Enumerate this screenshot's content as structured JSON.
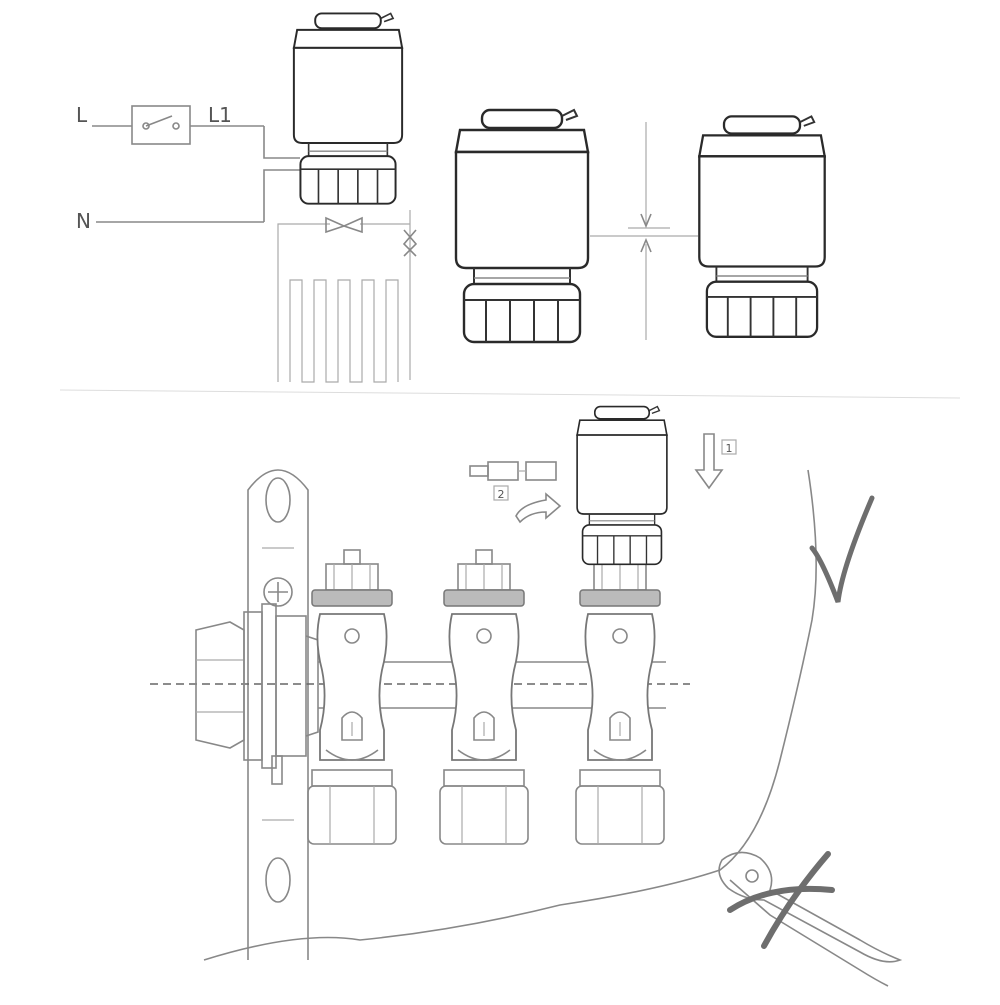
{
  "wiring": {
    "label_live": "L",
    "label_switched": "L1",
    "label_neutral": "N"
  },
  "steps": {
    "step1": "1",
    "step2": "2"
  },
  "colors": {
    "line_dark": "#333333",
    "line_light": "#888888",
    "mark_gray": "#6e6e6e",
    "background": "#ffffff"
  },
  "icons": {
    "correct": "checkmark-icon",
    "wrong": "cross-icon",
    "tool": "pliers-icon"
  }
}
